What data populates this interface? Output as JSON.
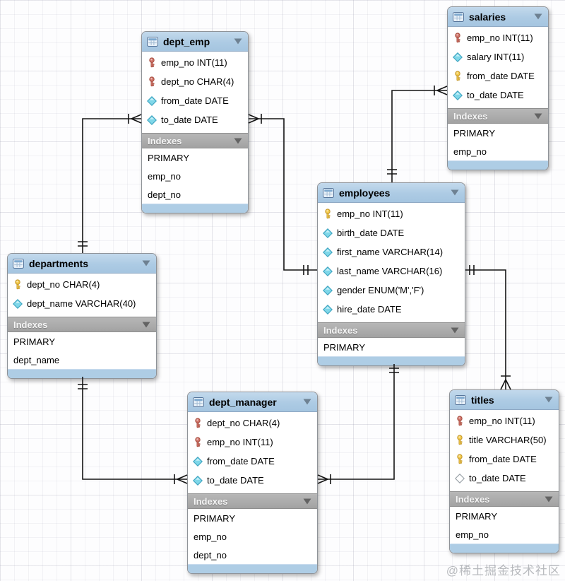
{
  "diagram": {
    "watermark": "@稀土掘金技术社区"
  },
  "colors": {
    "table_header_blue": "#adcbe4",
    "table_footer_blue": "#aecde5",
    "indexes_bar_gray": "#a9a9a9",
    "primary_key_yellow": "#f5cd4f",
    "foreign_key_red": "#d3746a",
    "notnull_diamond_cyan": "#9be1ef",
    "connector_line": "#141414"
  },
  "icons": {
    "header_icon": "table-grid-icon",
    "header_collapse": "chevron-down-icon",
    "key_yellow": "primary-key-icon",
    "key_red": "foreign-key-icon",
    "diamond_filled": "not-null-column-icon",
    "diamond_hollow": "nullable-column-icon"
  },
  "tables": [
    {
      "id": "dept_emp",
      "title": "dept_emp",
      "columns": [
        {
          "icon": "key-red",
          "text": "emp_no INT(11)"
        },
        {
          "icon": "key-red",
          "text": "dept_no CHAR(4)"
        },
        {
          "icon": "diamond-filled",
          "text": "from_date DATE"
        },
        {
          "icon": "diamond-filled",
          "text": "to_date DATE"
        }
      ],
      "indexes_label": "Indexes",
      "indexes": [
        "PRIMARY",
        "emp_no",
        "dept_no"
      ]
    },
    {
      "id": "salaries",
      "title": "salaries",
      "columns": [
        {
          "icon": "key-red",
          "text": "emp_no INT(11)"
        },
        {
          "icon": "diamond-filled",
          "text": "salary INT(11)"
        },
        {
          "icon": "key-yellow",
          "text": "from_date DATE"
        },
        {
          "icon": "diamond-filled",
          "text": "to_date DATE"
        }
      ],
      "indexes_label": "Indexes",
      "indexes": [
        "PRIMARY",
        "emp_no"
      ]
    },
    {
      "id": "employees",
      "title": "employees",
      "columns": [
        {
          "icon": "key-yellow",
          "text": "emp_no INT(11)"
        },
        {
          "icon": "diamond-filled",
          "text": "birth_date DATE"
        },
        {
          "icon": "diamond-filled",
          "text": "first_name VARCHAR(14)"
        },
        {
          "icon": "diamond-filled",
          "text": "last_name VARCHAR(16)"
        },
        {
          "icon": "diamond-filled",
          "text": "gender ENUM('M','F')"
        },
        {
          "icon": "diamond-filled",
          "text": "hire_date DATE"
        }
      ],
      "indexes_label": "Indexes",
      "indexes": [
        "PRIMARY"
      ]
    },
    {
      "id": "departments",
      "title": "departments",
      "columns": [
        {
          "icon": "key-yellow",
          "text": "dept_no CHAR(4)"
        },
        {
          "icon": "diamond-filled",
          "text": "dept_name VARCHAR(40)"
        }
      ],
      "indexes_label": "Indexes",
      "indexes": [
        "PRIMARY",
        "dept_name"
      ]
    },
    {
      "id": "dept_manager",
      "title": "dept_manager",
      "columns": [
        {
          "icon": "key-red",
          "text": "dept_no CHAR(4)"
        },
        {
          "icon": "key-red",
          "text": "emp_no INT(11)"
        },
        {
          "icon": "diamond-filled",
          "text": "from_date DATE"
        },
        {
          "icon": "diamond-filled",
          "text": "to_date DATE"
        }
      ],
      "indexes_label": "Indexes",
      "indexes": [
        "PRIMARY",
        "emp_no",
        "dept_no"
      ]
    },
    {
      "id": "titles",
      "title": "titles",
      "columns": [
        {
          "icon": "key-red",
          "text": "emp_no INT(11)"
        },
        {
          "icon": "key-yellow",
          "text": "title VARCHAR(50)"
        },
        {
          "icon": "key-yellow",
          "text": "from_date DATE"
        },
        {
          "icon": "diamond-hollow",
          "text": "to_date DATE"
        }
      ],
      "indexes_label": "Indexes",
      "indexes": [
        "PRIMARY",
        "emp_no"
      ]
    }
  ],
  "relationships": [
    {
      "one_side": "departments",
      "many_side": "dept_emp",
      "one_notation": "double-tick",
      "many_notation": "crows-foot-tick"
    },
    {
      "one_side": "employees",
      "many_side": "dept_emp",
      "one_notation": "double-tick",
      "many_notation": "crows-foot-tick"
    },
    {
      "one_side": "employees",
      "many_side": "salaries",
      "one_notation": "double-tick",
      "many_notation": "crows-foot-tick"
    },
    {
      "one_side": "employees",
      "many_side": "titles",
      "one_notation": "double-tick",
      "many_notation": "crows-foot-tick"
    },
    {
      "one_side": "departments",
      "many_side": "dept_manager",
      "one_notation": "double-tick",
      "many_notation": "crows-foot-tick"
    },
    {
      "one_side": "employees",
      "many_side": "dept_manager",
      "one_notation": "double-tick",
      "many_notation": "crows-foot-tick"
    }
  ]
}
